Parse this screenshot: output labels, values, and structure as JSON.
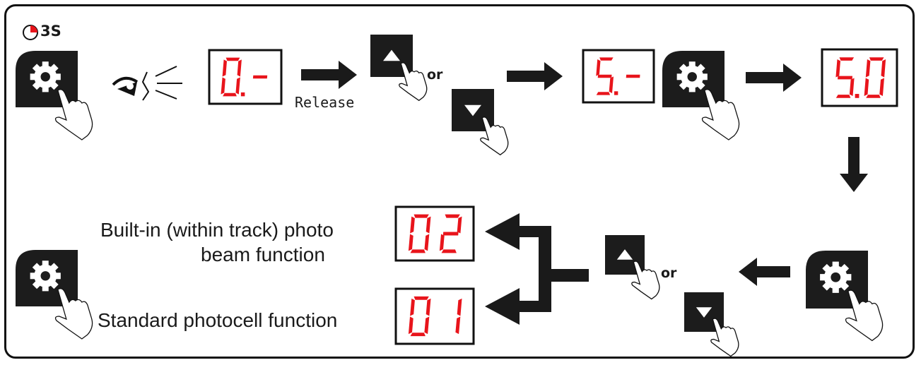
{
  "colors": {
    "segment": "#e8141b",
    "dark": "#1c1c1c",
    "arrow": "#1a1a1a",
    "timer_accent": "#e8141b"
  },
  "timer": {
    "label": "3S",
    "icon": "clock-pie-icon"
  },
  "release_label": "Release",
  "or_label": "or",
  "displays": [
    {
      "id": "d1",
      "chars": "0.-"
    },
    {
      "id": "d2",
      "chars": "5.-"
    },
    {
      "id": "d3",
      "chars": "5.0"
    },
    {
      "id": "d4",
      "chars": "02"
    },
    {
      "id": "d5",
      "chars": "01"
    }
  ],
  "options": {
    "built_in_line1": "Built-in (within track) photo",
    "built_in_line2": "beam function",
    "standard": "Standard photocell function"
  },
  "icons": {
    "gear": "gear-icon",
    "hand": "hand-press-icon",
    "eye": "eye-icon",
    "up": "triangle-up-icon",
    "down": "triangle-down-icon"
  }
}
